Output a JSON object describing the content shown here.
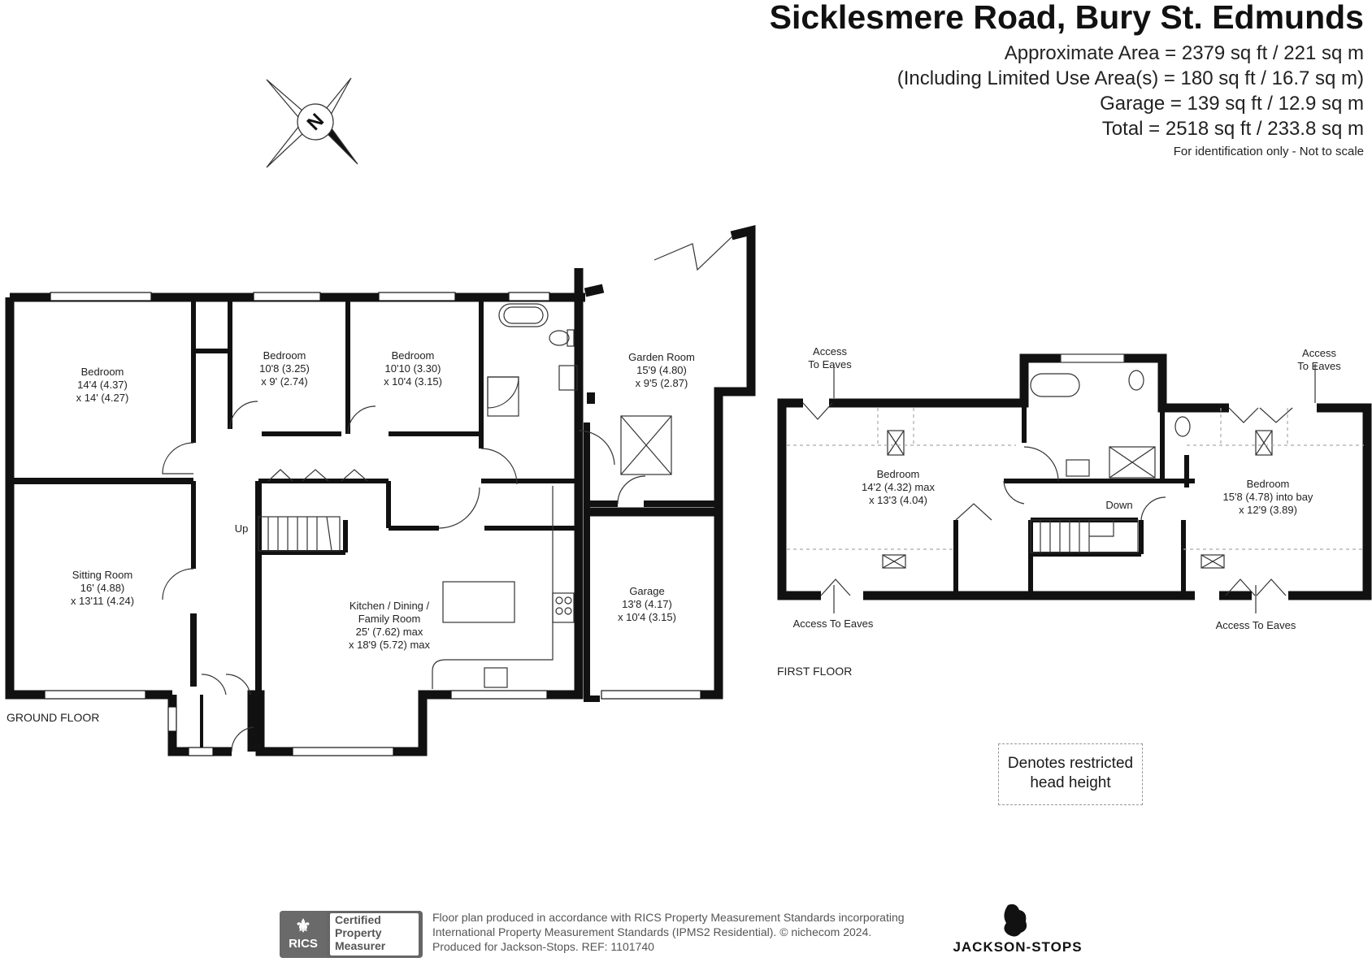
{
  "header": {
    "title": "Sicklesmere Road, Bury St. Edmunds",
    "area_lines": [
      "Approximate Area = 2379 sq ft / 221 sq m",
      "(Including Limited Use Area(s) = 180 sq ft / 16.7 sq m)",
      "Garage = 139 sq ft / 12.9 sq m",
      "Total = 2518 sq ft / 233.8 sq m"
    ],
    "note": "For identification only - Not to scale"
  },
  "compass": {
    "letter": "N"
  },
  "ground_floor": {
    "label": "GROUND FLOOR",
    "rooms": {
      "bedroom1": [
        "Bedroom",
        "14'4 (4.37)",
        "x 14' (4.27)"
      ],
      "bedroom2": [
        "Bedroom",
        "10'8 (3.25)",
        "x 9' (2.74)"
      ],
      "bedroom3": [
        "Bedroom",
        "10'10 (3.30)",
        "x 10'4 (3.15)"
      ],
      "garden_room": [
        "Garden Room",
        "15'9 (4.80)",
        "x 9'5 (2.87)"
      ],
      "sitting_room": [
        "Sitting Room",
        "16' (4.88)",
        "x 13'11 (4.24)"
      ],
      "kitchen": [
        "Kitchen / Dining /",
        "Family Room",
        "25' (7.62) max",
        "x 18'9 (5.72) max"
      ],
      "garage": [
        "Garage",
        "13'8 (4.17)",
        "x 10'4 (3.15)"
      ]
    },
    "stair_label": "Up"
  },
  "first_floor": {
    "label": "FIRST FLOOR",
    "rooms": {
      "bedroom_left": [
        "Bedroom",
        "14'2 (4.32) max",
        "x 13'3 (4.04)"
      ],
      "bedroom_right": [
        "Bedroom",
        "15'8 (4.78) into bay",
        "x 12'9 (3.89)"
      ]
    },
    "stair_label": "Down",
    "eaves": {
      "top_left": [
        "Access",
        "To Eaves"
      ],
      "top_right": [
        "Access",
        "To Eaves"
      ],
      "bottom_left": "Access To Eaves",
      "bottom_right": "Access To Eaves"
    }
  },
  "legend": [
    "Denotes restricted",
    "head height"
  ],
  "footer": {
    "rics_badge": "RICS",
    "rics_card": [
      "Certified",
      "Property",
      "Measurer"
    ],
    "lines": [
      "Floor plan produced in accordance with RICS Property Measurement Standards incorporating",
      "International Property Measurement Standards (IPMS2 Residential).  © nichecom 2024.",
      "Produced for Jackson-Stops.   REF:  1101740"
    ],
    "brand": "JACKSON-STOPS"
  }
}
